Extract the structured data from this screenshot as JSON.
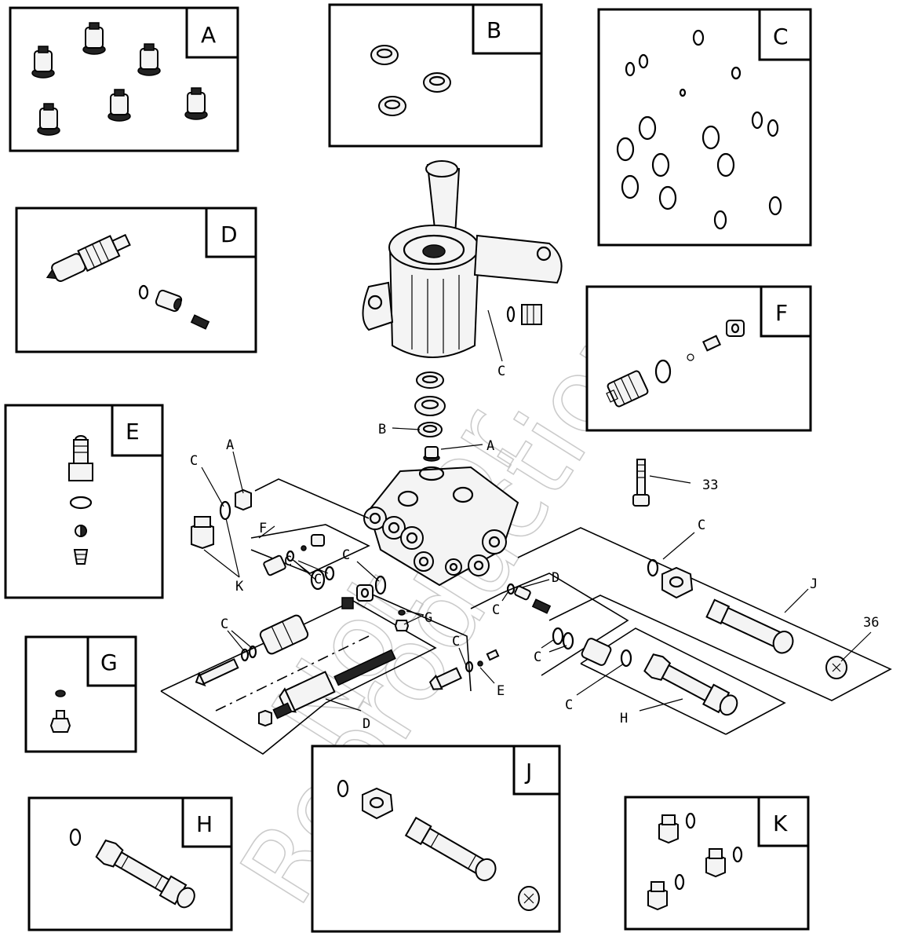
{
  "kits": [
    {
      "id": "A",
      "label": "A"
    },
    {
      "id": "B",
      "label": "B"
    },
    {
      "id": "C",
      "label": "C"
    },
    {
      "id": "D",
      "label": "D"
    },
    {
      "id": "E",
      "label": "E"
    },
    {
      "id": "F",
      "label": "F"
    },
    {
      "id": "G",
      "label": "G"
    },
    {
      "id": "H",
      "label": "H"
    },
    {
      "id": "J",
      "label": "J"
    },
    {
      "id": "K",
      "label": "K"
    }
  ],
  "callouts": {
    "c_housing": "C",
    "b_main": "B",
    "a_main": "A",
    "n33": "33",
    "c_right": "C",
    "j_main": "J",
    "n36": "36",
    "d_right": "D",
    "c_d1": "C",
    "c_d2": "C",
    "g_main": "G",
    "c_e": "C",
    "e_main": "E",
    "c_h": "C",
    "h_main": "H",
    "a_left": "A",
    "c_left": "C",
    "k_main": "K",
    "f_main": "F",
    "c_f": "C",
    "c_mid": "C",
    "c_ring": "C",
    "c_low": "C",
    "d_low": "D"
  },
  "watermark": {
    "line1": "Not For",
    "line2": "Reproduction"
  }
}
